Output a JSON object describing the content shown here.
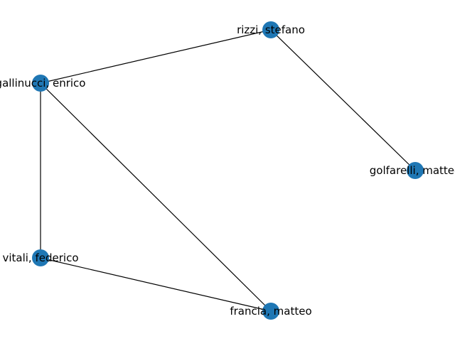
{
  "graph": {
    "node_color": "#1f77b4",
    "edge_color": "#000000",
    "nodes": [
      {
        "id": "rizzi",
        "label": "rizzi, stefano"
      },
      {
        "id": "gallinucci",
        "label": "gallinucci, enrico"
      },
      {
        "id": "golfarelli",
        "label": "golfarelli, matteo"
      },
      {
        "id": "vitali",
        "label": "vitali, federico"
      },
      {
        "id": "francia",
        "label": "francia, matteo"
      }
    ],
    "edges": [
      {
        "source": "rizzi",
        "target": "gallinucci"
      },
      {
        "source": "rizzi",
        "target": "golfarelli"
      },
      {
        "source": "gallinucci",
        "target": "vitali"
      },
      {
        "source": "gallinucci",
        "target": "francia"
      },
      {
        "source": "vitali",
        "target": "francia"
      }
    ]
  }
}
